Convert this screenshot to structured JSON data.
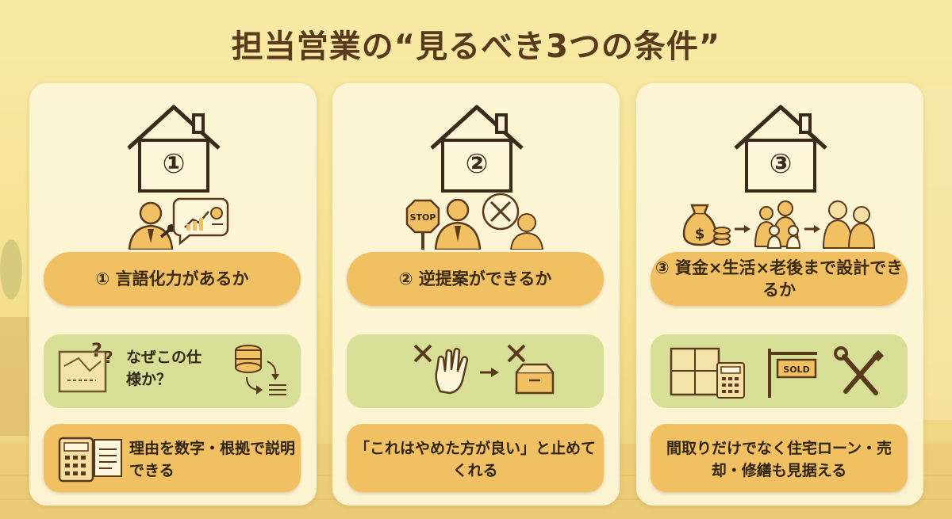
{
  "title": "担当営業の“見るべき3つの条件”",
  "colors": {
    "pill": "#f0c062",
    "green_box": "#d7df97",
    "card": "#fdf6da",
    "ink": "#3b2a1a"
  },
  "cards": [
    {
      "number": "①",
      "icons": [
        "house-icon",
        "salesperson-icon",
        "microphone-icon",
        "chart-speech-bubble-icon"
      ],
      "condition": "① 言語化力があるか",
      "example": "なぜこの仕様か？",
      "example_icons": [
        "blueprint-question-icon",
        "database-icon",
        "list-arrow-icon"
      ],
      "point": "理由を数字・根拠で説明できる",
      "point_icons": [
        "calculator-icon",
        "document-icon"
      ]
    },
    {
      "number": "②",
      "icons": [
        "house-icon",
        "stop-sign-icon",
        "salesperson-icon",
        "crossed-out-bubble-icon",
        "customer-icon"
      ],
      "stop_label": "STOP",
      "condition": "② 逆提案ができるか",
      "example_icons": [
        "x-mark-icon",
        "raised-hand-icon",
        "arrow-right-icon",
        "x-mark-icon",
        "box-icon"
      ],
      "point": "「これはやめた方が良い」と止めてくれる"
    },
    {
      "number": "③",
      "icons": [
        "house-icon",
        "money-bag-icon",
        "coins-icon",
        "family-icon",
        "elderly-couple-icon"
      ],
      "condition": "③ 資金×生活×老後まで設計できるか",
      "example_icons": [
        "floor-plan-icon",
        "calculator-icon",
        "sold-sign-icon",
        "tools-icon"
      ],
      "sold_label": "SOLD",
      "point": "間取りだけでなく住宅ローン・売却・修繕も見据える"
    }
  ]
}
